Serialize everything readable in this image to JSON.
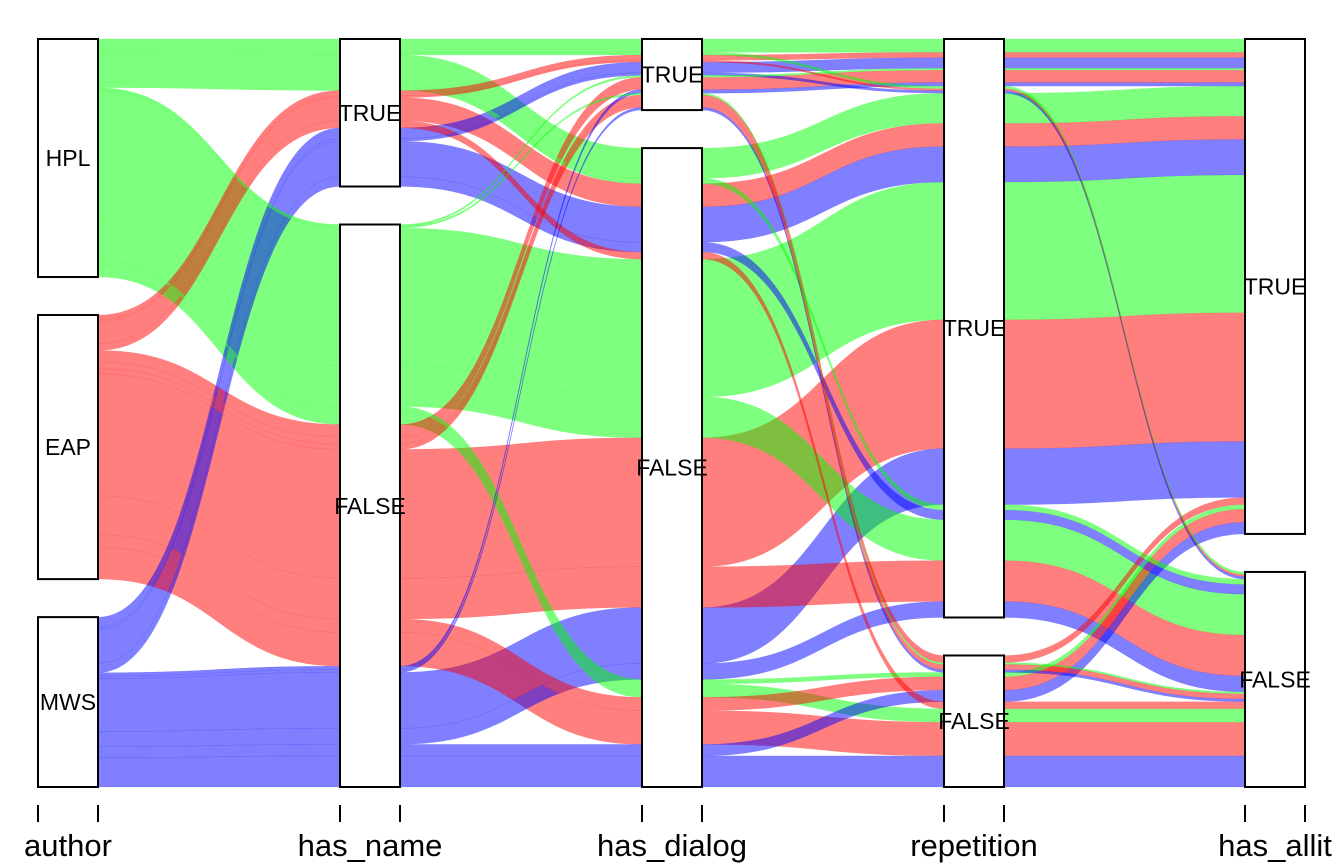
{
  "chart_data": {
    "type": "alluvial",
    "title": "",
    "axes": [
      {
        "name": "author",
        "categories": [
          "HPL",
          "EAP",
          "MWS"
        ]
      },
      {
        "name": "has_name",
        "categories": [
          "TRUE",
          "FALSE"
        ]
      },
      {
        "name": "has_dialog",
        "categories": [
          "TRUE",
          "FALSE"
        ]
      },
      {
        "name": "repetition",
        "categories": [
          "TRUE",
          "FALSE"
        ]
      },
      {
        "name": "has_allit",
        "categories": [
          "TRUE",
          "FALSE"
        ]
      }
    ],
    "color_by": "author",
    "colors": {
      "HPL": "#00FF00",
      "EAP": "#FF0000",
      "MWS": "#0000FF"
    },
    "flow_opacity": 0.5,
    "flows": [
      {
        "path": [
          "HPL",
          "TRUE",
          "TRUE",
          "TRUE",
          "TRUE"
        ],
        "value": 1.5
      },
      {
        "path": [
          "HPL",
          "TRUE",
          "TRUE",
          "TRUE",
          "FALSE"
        ],
        "value": 0.3
      },
      {
        "path": [
          "HPL",
          "TRUE",
          "FALSE",
          "TRUE",
          "TRUE"
        ],
        "value": 3.4
      },
      {
        "path": [
          "HPL",
          "TRUE",
          "FALSE",
          "TRUE",
          "FALSE"
        ],
        "value": 0.6
      },
      {
        "path": [
          "HPL",
          "FALSE",
          "TRUE",
          "TRUE",
          "TRUE"
        ],
        "value": 0.2
      },
      {
        "path": [
          "HPL",
          "FALSE",
          "TRUE",
          "FALSE",
          "FALSE"
        ],
        "value": 0.2
      },
      {
        "path": [
          "HPL",
          "FALSE",
          "FALSE",
          "TRUE",
          "TRUE"
        ],
        "value": 15.5
      },
      {
        "path": [
          "HPL",
          "FALSE",
          "FALSE",
          "TRUE",
          "FALSE"
        ],
        "value": 4.6
      },
      {
        "path": [
          "HPL",
          "FALSE",
          "FALSE",
          "FALSE",
          "TRUE"
        ],
        "value": 0.5
      },
      {
        "path": [
          "HPL",
          "FALSE",
          "FALSE",
          "FALSE",
          "FALSE"
        ],
        "value": 1.5
      },
      {
        "path": [
          "EAP",
          "TRUE",
          "TRUE",
          "TRUE",
          "TRUE"
        ],
        "value": 0.6
      },
      {
        "path": [
          "EAP",
          "TRUE",
          "TRUE",
          "TRUE",
          "FALSE"
        ],
        "value": 0.2
      },
      {
        "path": [
          "EAP",
          "TRUE",
          "FALSE",
          "TRUE",
          "TRUE"
        ],
        "value": 2.6
      },
      {
        "path": [
          "EAP",
          "TRUE",
          "FALSE",
          "FALSE",
          "FALSE"
        ],
        "value": 0.8
      },
      {
        "path": [
          "EAP",
          "FALSE",
          "TRUE",
          "TRUE",
          "TRUE"
        ],
        "value": 1.4
      },
      {
        "path": [
          "EAP",
          "FALSE",
          "TRUE",
          "FALSE",
          "TRUE"
        ],
        "value": 0.8
      },
      {
        "path": [
          "EAP",
          "FALSE",
          "TRUE",
          "FALSE",
          "FALSE"
        ],
        "value": 0.6
      },
      {
        "path": [
          "EAP",
          "FALSE",
          "FALSE",
          "TRUE",
          "TRUE"
        ],
        "value": 14.5
      },
      {
        "path": [
          "EAP",
          "FALSE",
          "FALSE",
          "TRUE",
          "FALSE"
        ],
        "value": 4.6
      },
      {
        "path": [
          "EAP",
          "FALSE",
          "FALSE",
          "FALSE",
          "TRUE"
        ],
        "value": 1.5
      },
      {
        "path": [
          "EAP",
          "FALSE",
          "FALSE",
          "FALSE",
          "FALSE"
        ],
        "value": 3.8
      },
      {
        "path": [
          "MWS",
          "TRUE",
          "TRUE",
          "TRUE",
          "TRUE"
        ],
        "value": 1.2
      },
      {
        "path": [
          "MWS",
          "TRUE",
          "TRUE",
          "TRUE",
          "FALSE"
        ],
        "value": 0.3
      },
      {
        "path": [
          "MWS",
          "TRUE",
          "FALSE",
          "TRUE",
          "TRUE"
        ],
        "value": 4.0
      },
      {
        "path": [
          "MWS",
          "TRUE",
          "FALSE",
          "TRUE",
          "FALSE"
        ],
        "value": 1.1
      },
      {
        "path": [
          "MWS",
          "FALSE",
          "TRUE",
          "TRUE",
          "TRUE"
        ],
        "value": 0.4
      },
      {
        "path": [
          "MWS",
          "FALSE",
          "TRUE",
          "FALSE",
          "FALSE"
        ],
        "value": 0.3
      },
      {
        "path": [
          "MWS",
          "FALSE",
          "FALSE",
          "TRUE",
          "TRUE"
        ],
        "value": 6.3
      },
      {
        "path": [
          "MWS",
          "FALSE",
          "FALSE",
          "TRUE",
          "FALSE"
        ],
        "value": 1.8
      },
      {
        "path": [
          "MWS",
          "FALSE",
          "FALSE",
          "FALSE",
          "TRUE"
        ],
        "value": 1.3
      },
      {
        "path": [
          "MWS",
          "FALSE",
          "FALSE",
          "FALSE",
          "FALSE"
        ],
        "value": 3.5
      }
    ]
  }
}
